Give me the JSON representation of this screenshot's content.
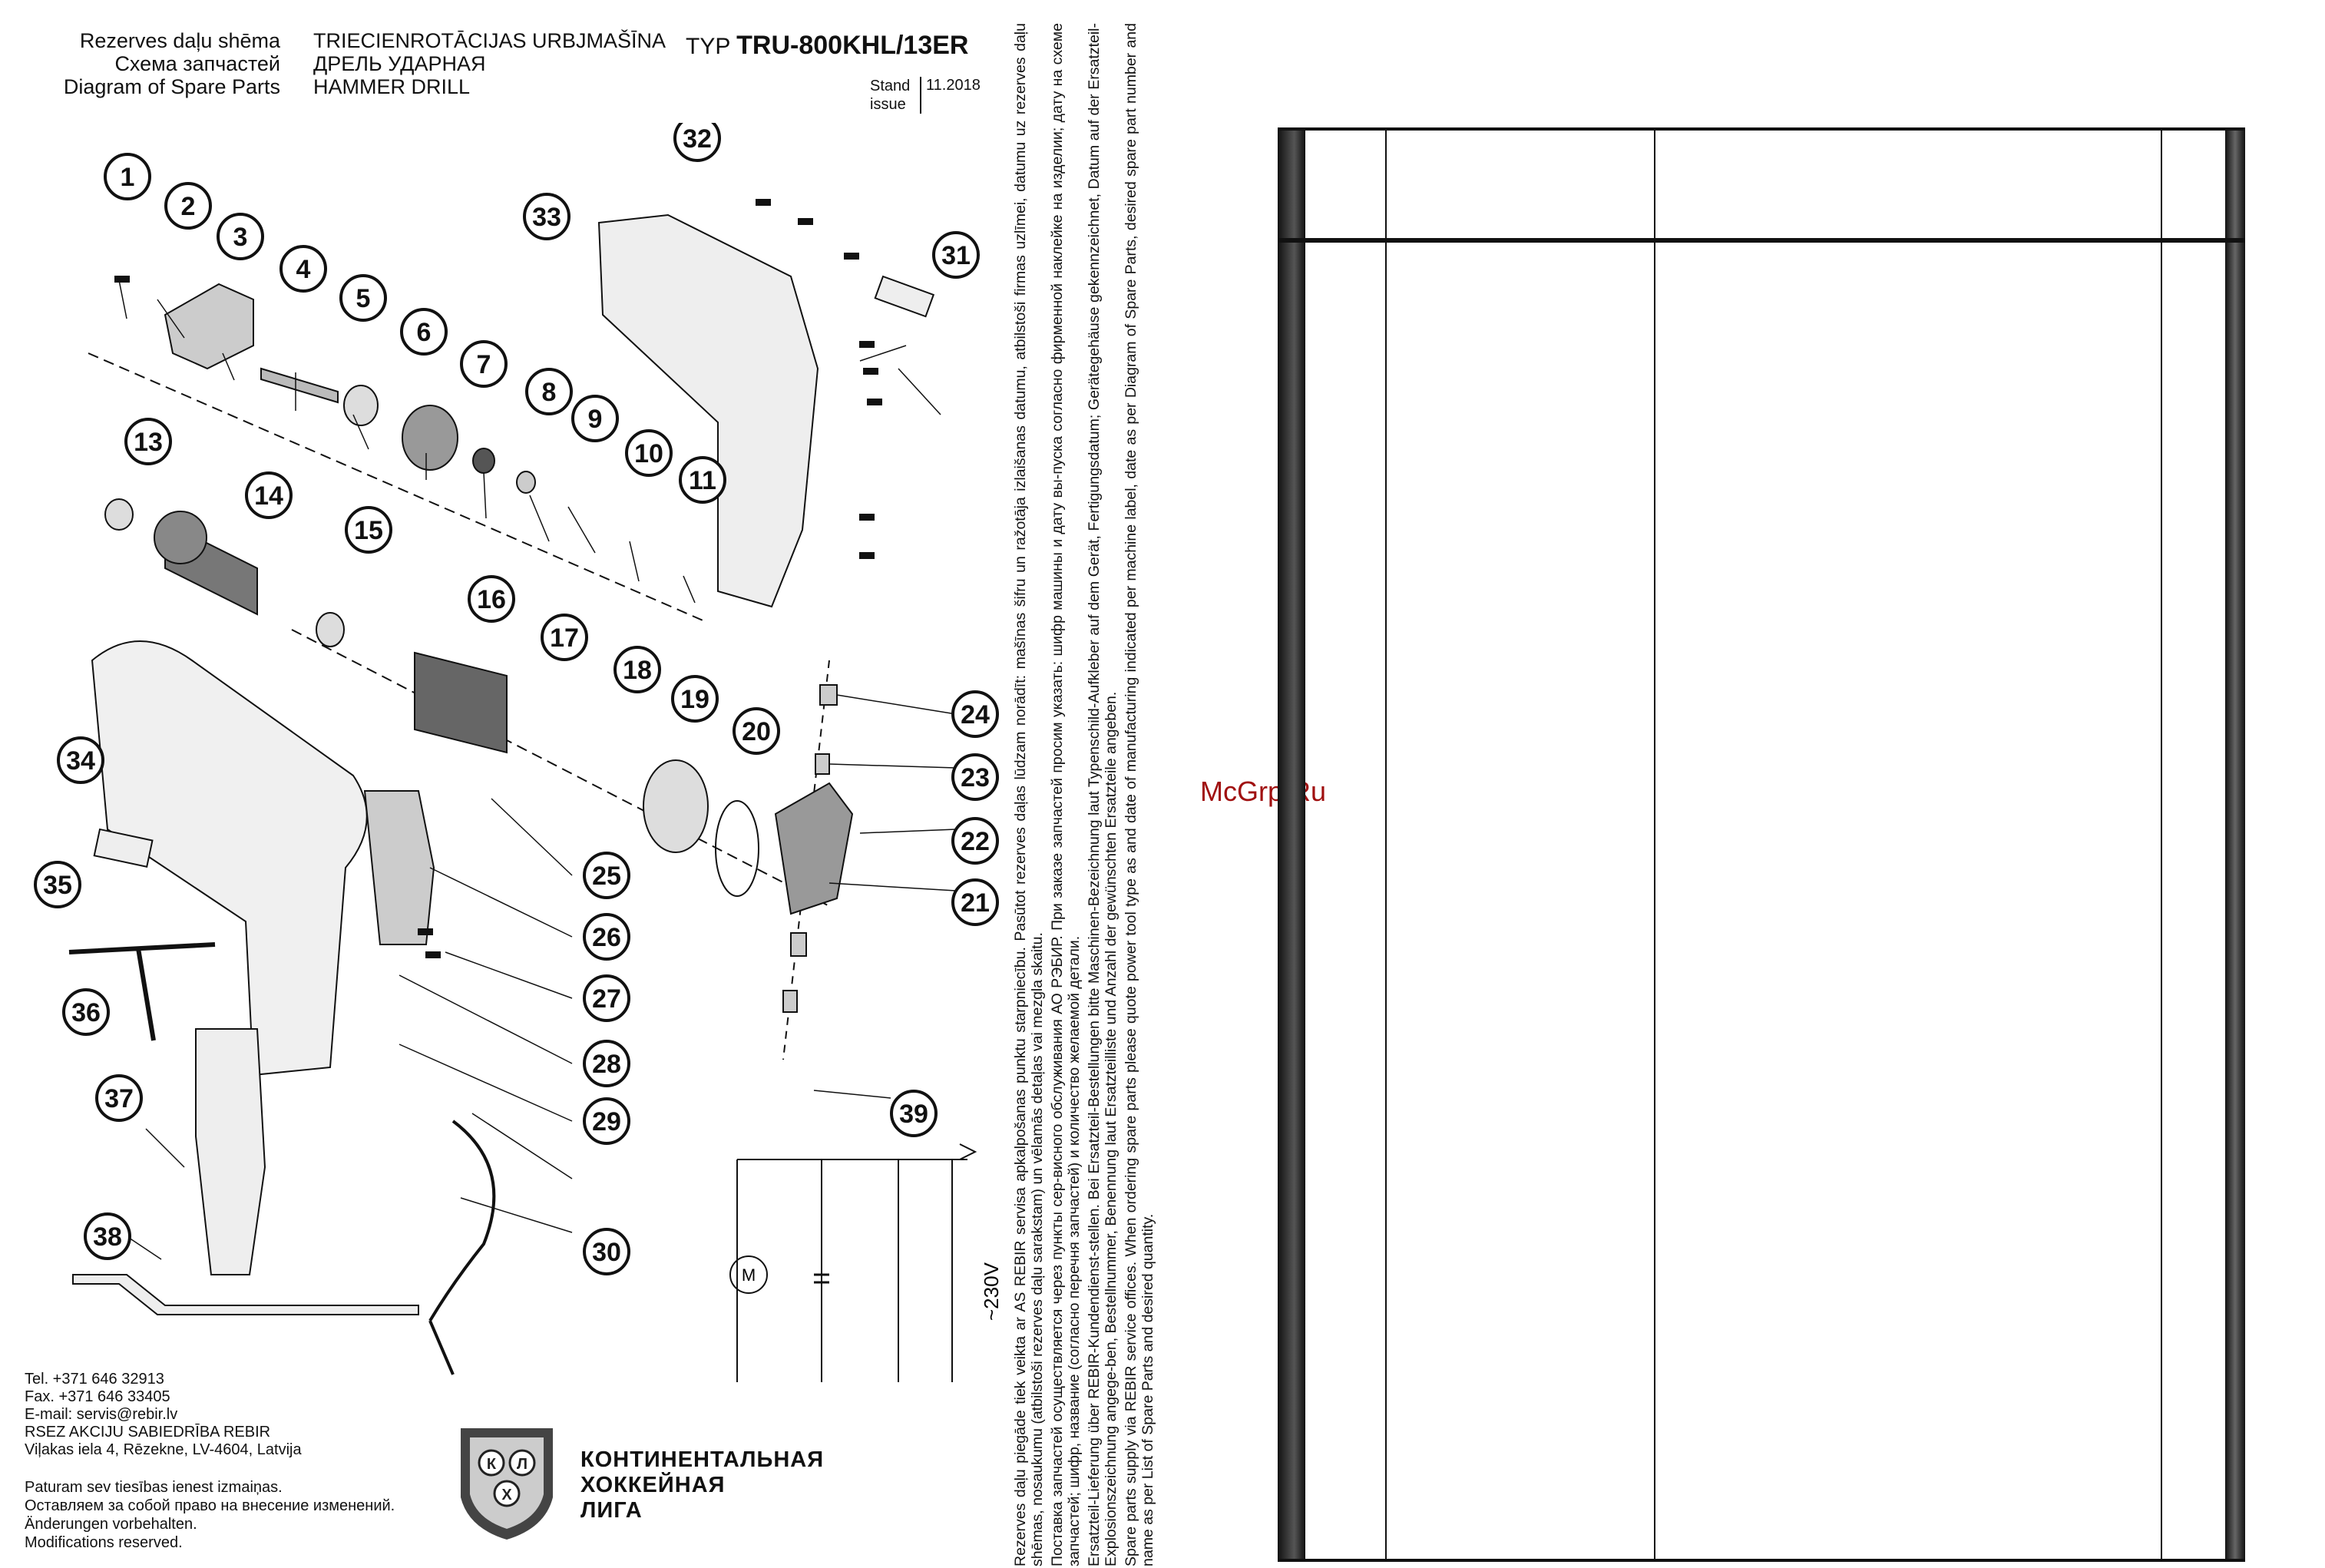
{
  "header": {
    "lines_left": [
      "Rezerves daļu shēma",
      "Схема запчастей",
      "Diagram of Spare Parts"
    ],
    "lines_mid": [
      "TRIECIENROTĀCIJAS URBJMAŠĪNA",
      "ДРЕЛЬ УДАРНАЯ",
      "HAMMER DRILL"
    ],
    "typ_prefix": "TYP",
    "model": "TRU-800KHL/13ER",
    "stand_label_1": "Stand",
    "stand_label_2": "issue",
    "date": "11.2018"
  },
  "callouts": [
    "1",
    "2",
    "3",
    "4",
    "5",
    "6",
    "7",
    "8",
    "9",
    "10",
    "11",
    "13",
    "14",
    "15",
    "16",
    "17",
    "18",
    "19",
    "20",
    "21",
    "22",
    "23",
    "24",
    "25",
    "26",
    "27",
    "28",
    "29",
    "30",
    "31",
    "32",
    "33",
    "34",
    "35",
    "36",
    "37",
    "38",
    "39"
  ],
  "circuit": {
    "voltage": "~230V",
    "motor_symbol": "M"
  },
  "contact": {
    "tel": "Tel. +371 646 32913",
    "fax": "Fax. +371 646 33405",
    "email": "E-mail: servis@rebir.lv",
    "company": "RSEZ AKCIJU SABIEDRĪBA REBIR",
    "address": "Viļakas iela 4, Rēzekne, LV-4604, Latvija"
  },
  "rights_notice": [
    "Paturam sev tiesības ienest izmaiņas.",
    "Оставляем за собой право на внесение изменений.",
    "Änderungen vorbehalten.",
    "Modifications reserved."
  ],
  "khl_logo": {
    "letters": [
      "К",
      "Л",
      "Х"
    ],
    "name_lines": [
      "КОНТИНЕНТАЛЬНАЯ",
      "ХОККЕЙНАЯ",
      "ЛИГА"
    ]
  },
  "info_text": {
    "lv": "Rezerves daļu piegāde tiek veikta ar AS REBIR servisa apkalpošanas punktu starpniecību. Pasūtot rezerves daļas lūdzam norādīt: mašīnas šifru un ražotāja izlaišanas datumu, atbilstoši firmas uzlīmei, datumu uz rezerves daļu shēmas, nosaukumu (atbilstoši rezerves daļu sarakstam) un vēlamās detaļas vai mezgla skaitu.",
    "ru": "Поставка запчастей осуществляется через пункты сер-висного обслуживания АО РЭБИР. При заказе запчастей просим указать: шифр машины и дату вы-пуска согласно фирменной наклейке на изделии; дату на схеме запчастей; шифр, название (согласно перечня запчастей) и количество желаемой детали.",
    "de": "Ersatzteil-Lieferung über REBIR-Kundendienst-stellen. Bei Ersatzteil-Bestellungen bitte Maschinen-Bezeichnung laut Typenschild-Aufkleber auf dem Gerät, Fertigungsdatum; Gerätegehäuse gekennzeichnet, Datum auf der Ersatzteil-Explosionszeichnung angege-ben, Bestellnummer, Benennung laut Ersatzteilliste und Anzahl der gewünschten Ersatzteile angeben.",
    "en": "Spare parts supply via REBIR service offices. When ordering spare parts please quote power tool type as and date of manufacturing indicated per machine label, date as per Diagram of Spare Parts, desired spare part number and name as per List of Spare Parts and desired quantity."
  },
  "watermark": "McGrp.Ru",
  "parts_table": {
    "header_cells": [
      "",
      "",
      "",
      ""
    ],
    "rows": []
  }
}
